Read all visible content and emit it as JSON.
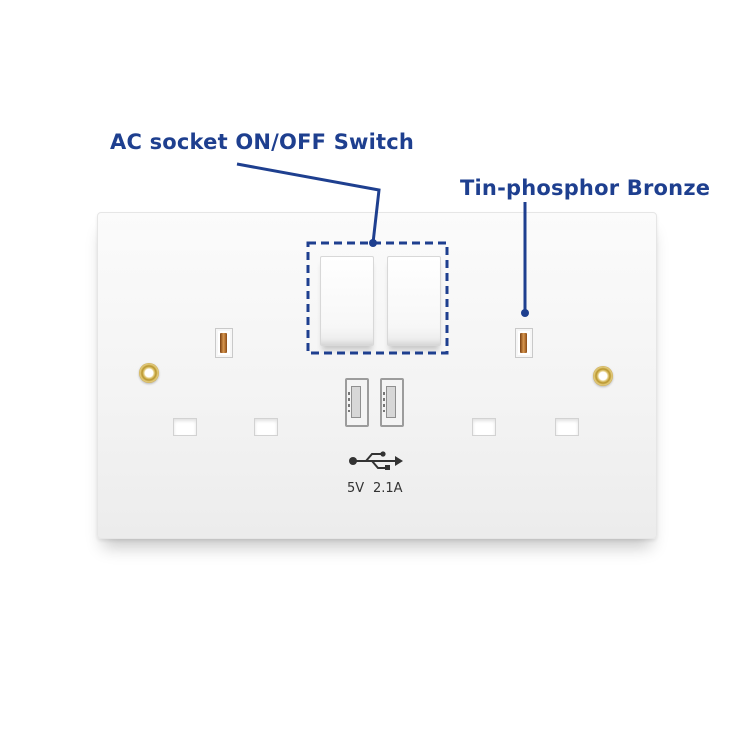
{
  "annotations": {
    "switch_label": "AC socket ON/OFF Switch",
    "bronze_label": "Tin-phosphor Bronze"
  },
  "usb": {
    "voltage": "5V",
    "current": "2.1A"
  },
  "colors": {
    "annotation": "#1e3f8f",
    "plate": "#f6f6f6",
    "pin_metal": "#c8843a",
    "screw_brass": "#c8a545"
  },
  "icons": {
    "usb_symbol": "usb-icon"
  }
}
